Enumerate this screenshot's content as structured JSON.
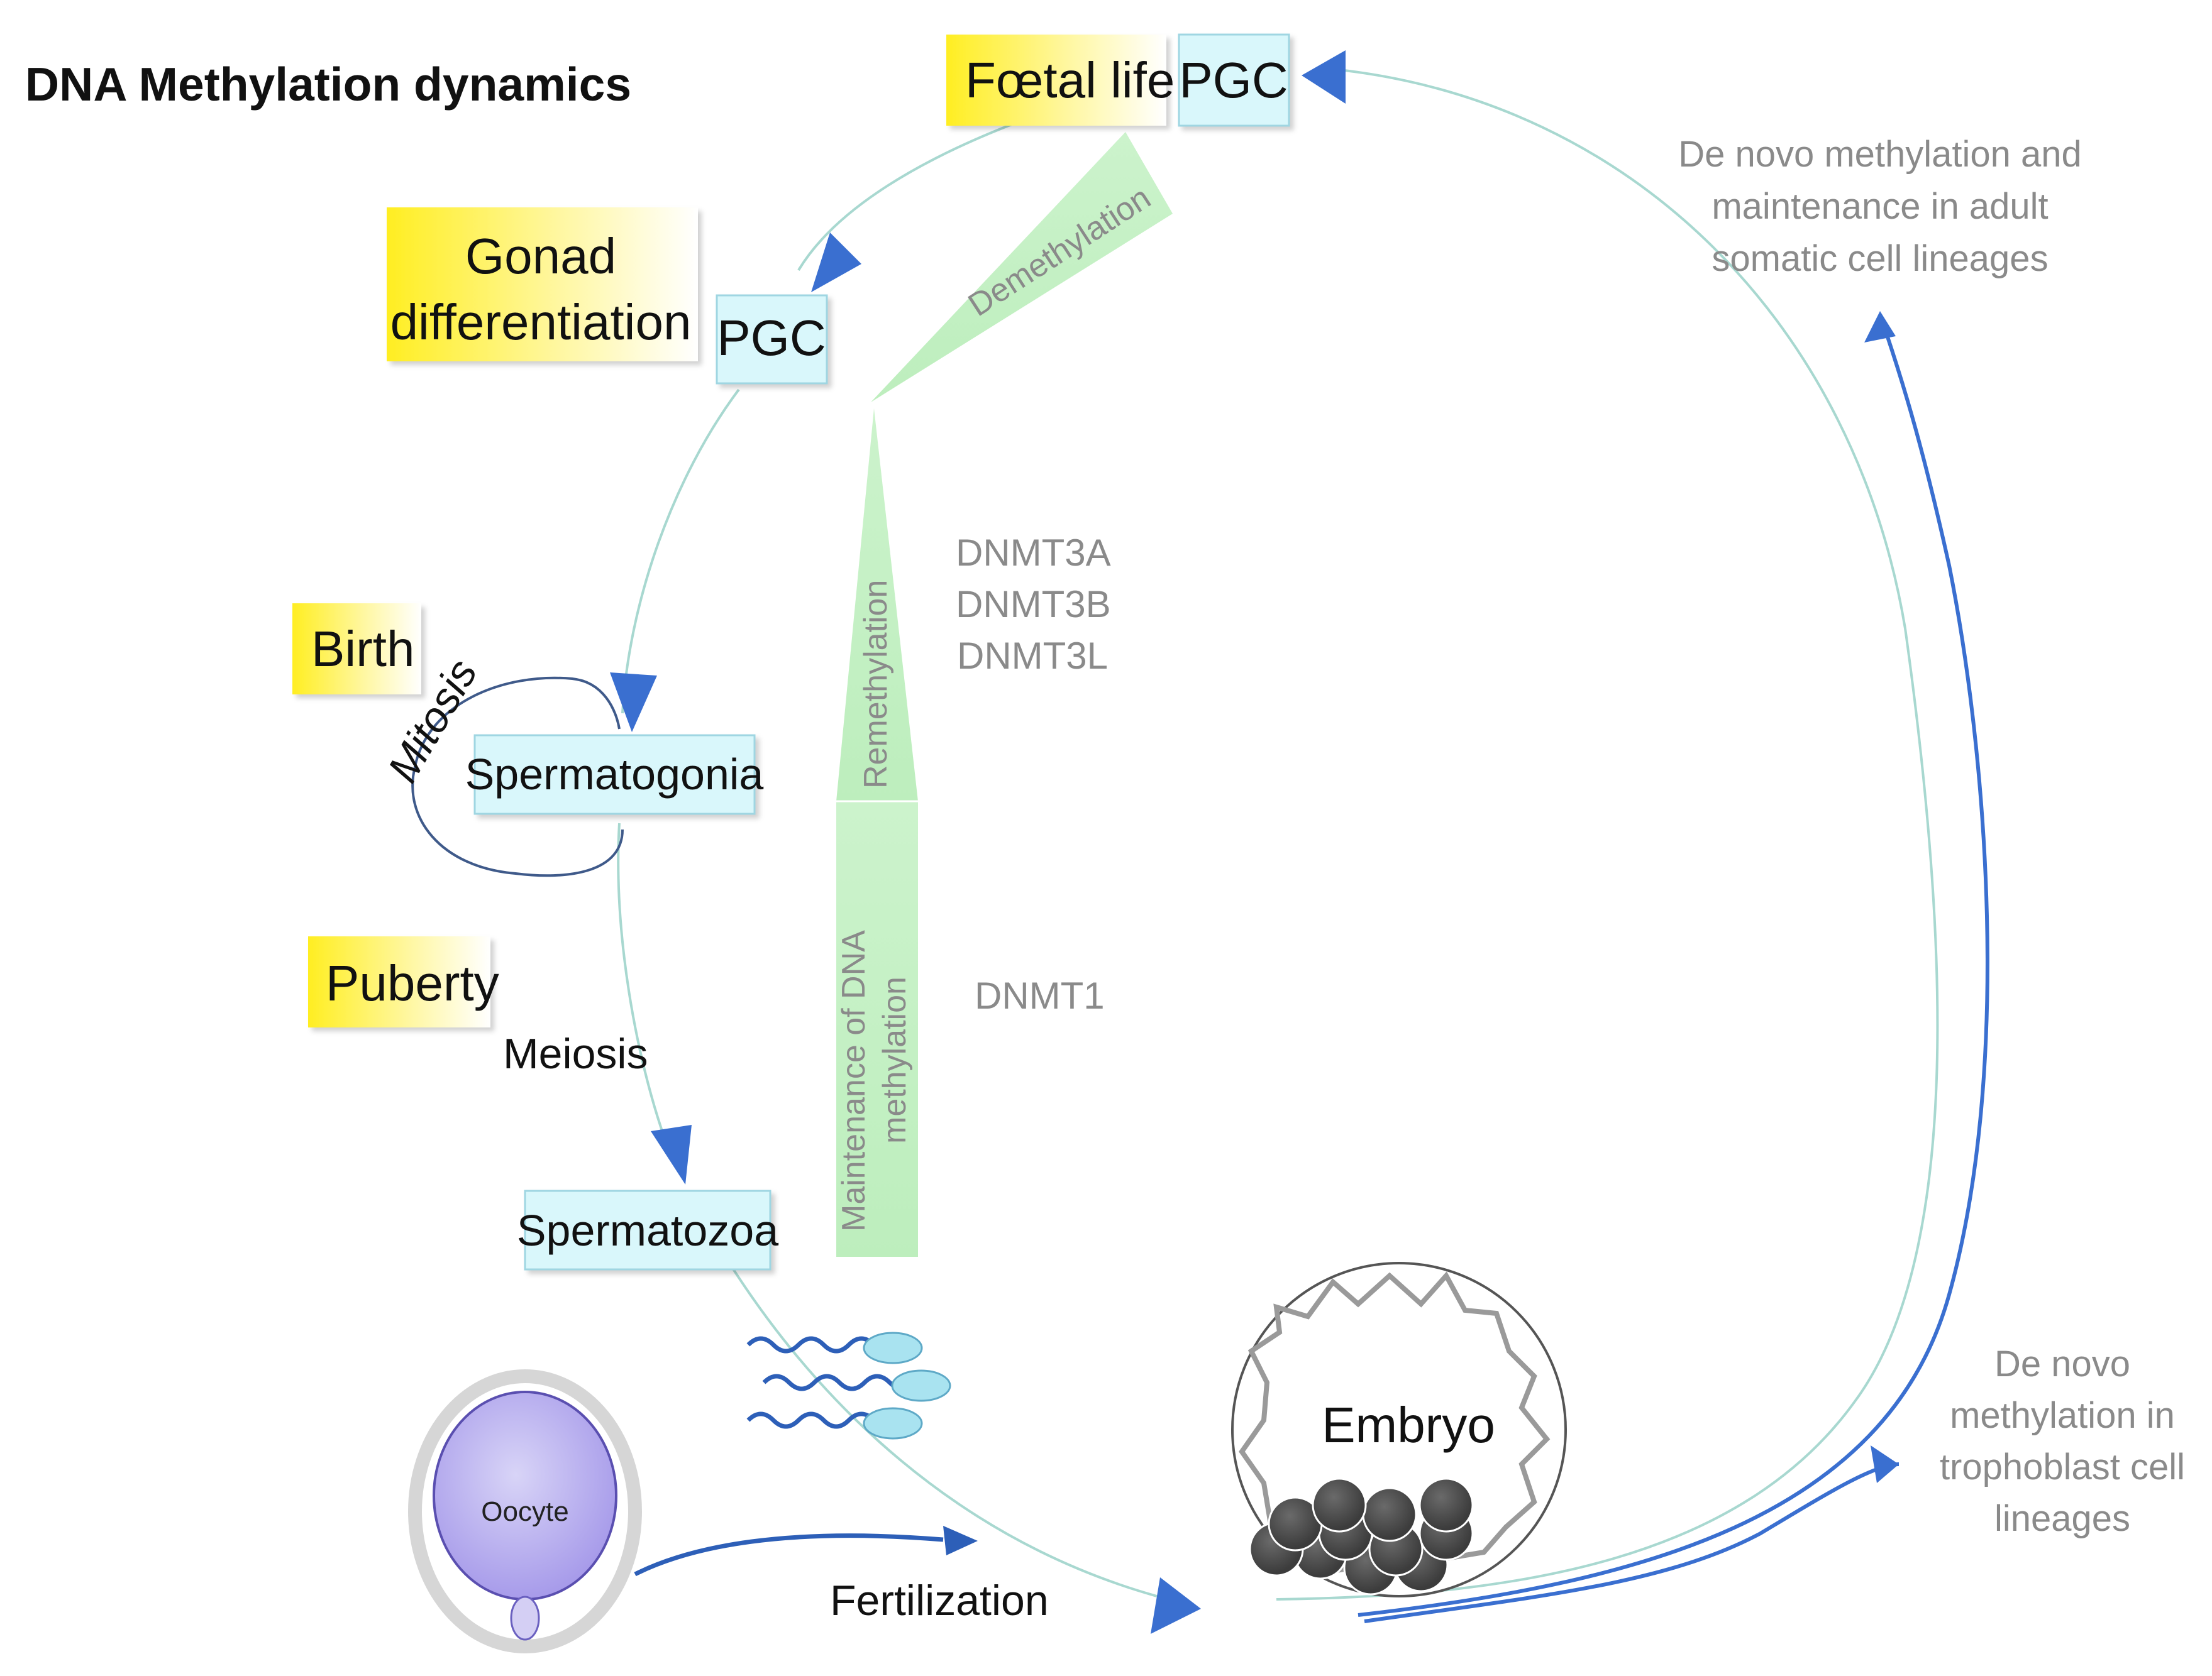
{
  "title": "DNA Methylation dynamics",
  "stages": {
    "foetal": "Fœtal life",
    "gonad_line1": "Gonad",
    "gonad_line2": "differentiation",
    "birth": "Birth",
    "puberty": "Puberty"
  },
  "cells": {
    "pgc_top": "PGC",
    "pgc_mid": "PGC",
    "spermatogonia": "Spermatogonia",
    "spermatozoa": "Spermatozoa",
    "oocyte": "Oocyte",
    "embryo": "Embryo"
  },
  "processes": {
    "mitosis": "Mitosis",
    "meiosis": "Meiosis",
    "fertilization": "Fertilization",
    "demethylation": "Demethylation",
    "remethylation": "Remethylation",
    "maintenance_line1": "Maintenance of DNA",
    "maintenance_line2": "methylation"
  },
  "enzymes": {
    "dnmt3a": "DNMT3A",
    "dnmt3b": "DNMT3B",
    "dnmt3l": "DNMT3L",
    "dnmt1": "DNMT1"
  },
  "notes": {
    "somatic": [
      "De novo methylation and",
      "maintenance in adult",
      "somatic cell lineages"
    ],
    "trophoblast": [
      "De novo",
      "methylation in",
      "trophoblast cell",
      "lineages"
    ]
  },
  "colors": {
    "stage_yellow": "#ffee22",
    "cell_box": "#d9f7fb",
    "cell_border": "#9fd6e2",
    "arrow_blue": "#3a6fd0",
    "cycle_line": "#a8d8d0",
    "green_wedge": "#c8f2c8",
    "text_gray": "#8a8a8a"
  }
}
